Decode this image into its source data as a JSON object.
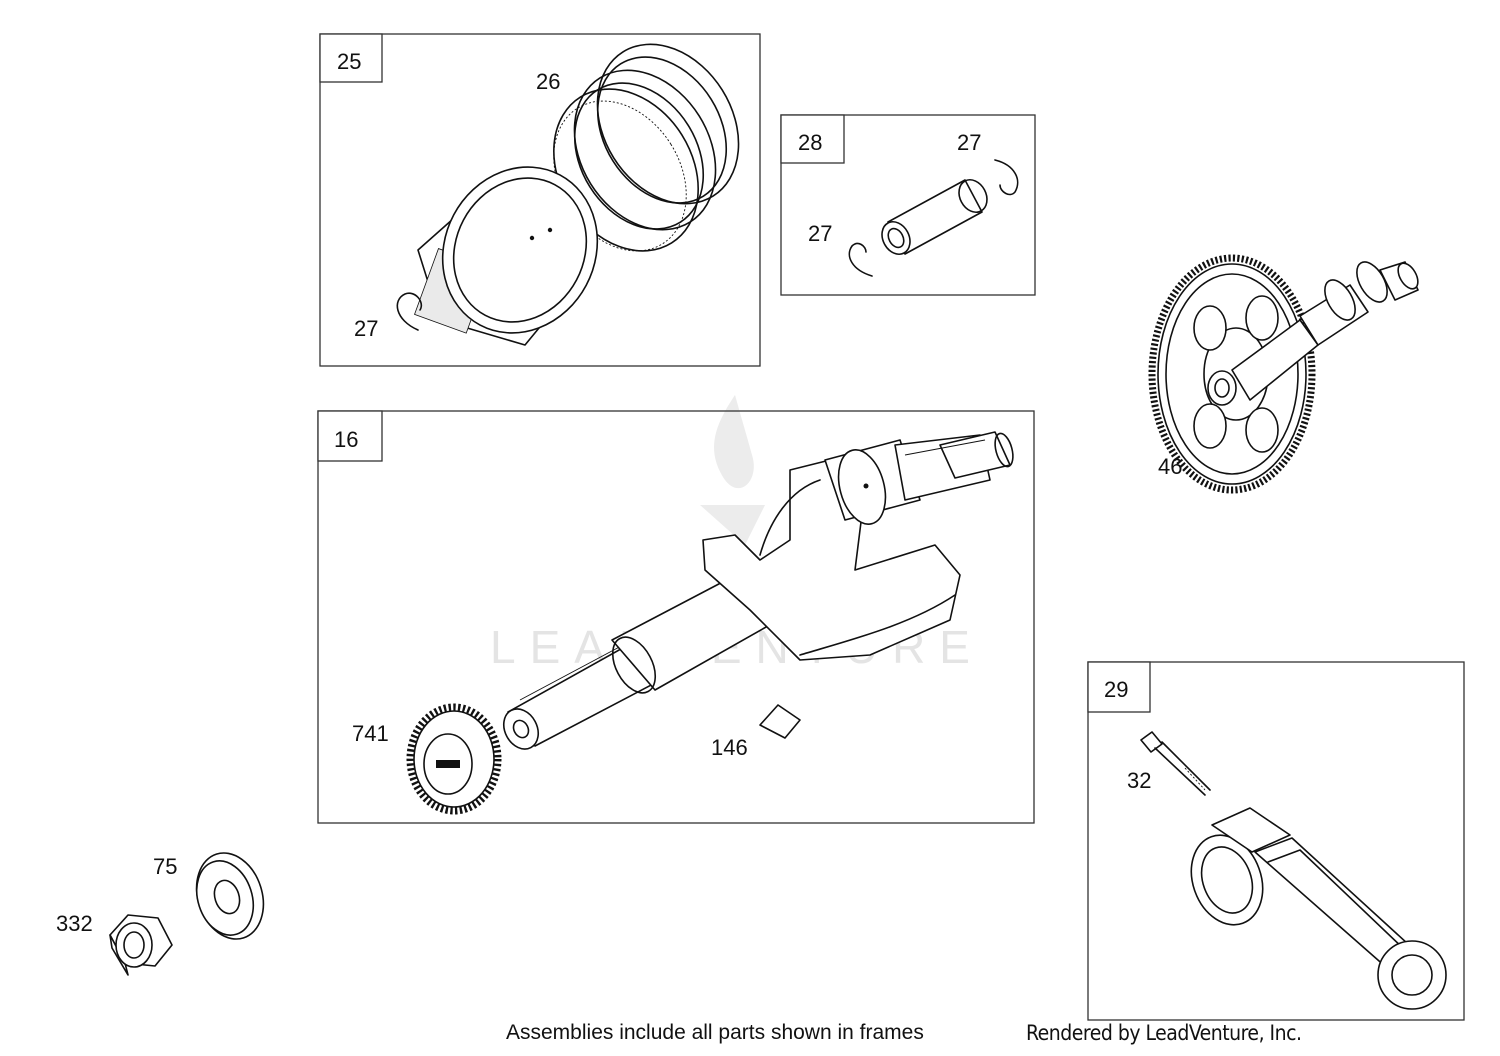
{
  "watermark": "LEADVENTURE",
  "frames": [
    {
      "id": "25",
      "contains": [
        "26",
        "27"
      ]
    },
    {
      "id": "28",
      "contains": [
        "27",
        "27"
      ]
    },
    {
      "id": "16",
      "contains": [
        "741",
        "146"
      ]
    },
    {
      "id": "29",
      "contains": [
        "32"
      ]
    }
  ],
  "callouts": {
    "c25": "25",
    "c26": "26",
    "c27a": "27",
    "c28": "28",
    "c27b": "27",
    "c27c": "27",
    "c46": "46",
    "c16": "16",
    "c741": "741",
    "c146": "146",
    "c29": "29",
    "c32": "32",
    "c75": "75",
    "c332": "332"
  },
  "footer": {
    "caption": "Assemblies include all parts shown in frames",
    "credit": "Rendered by LeadVenture, Inc."
  }
}
